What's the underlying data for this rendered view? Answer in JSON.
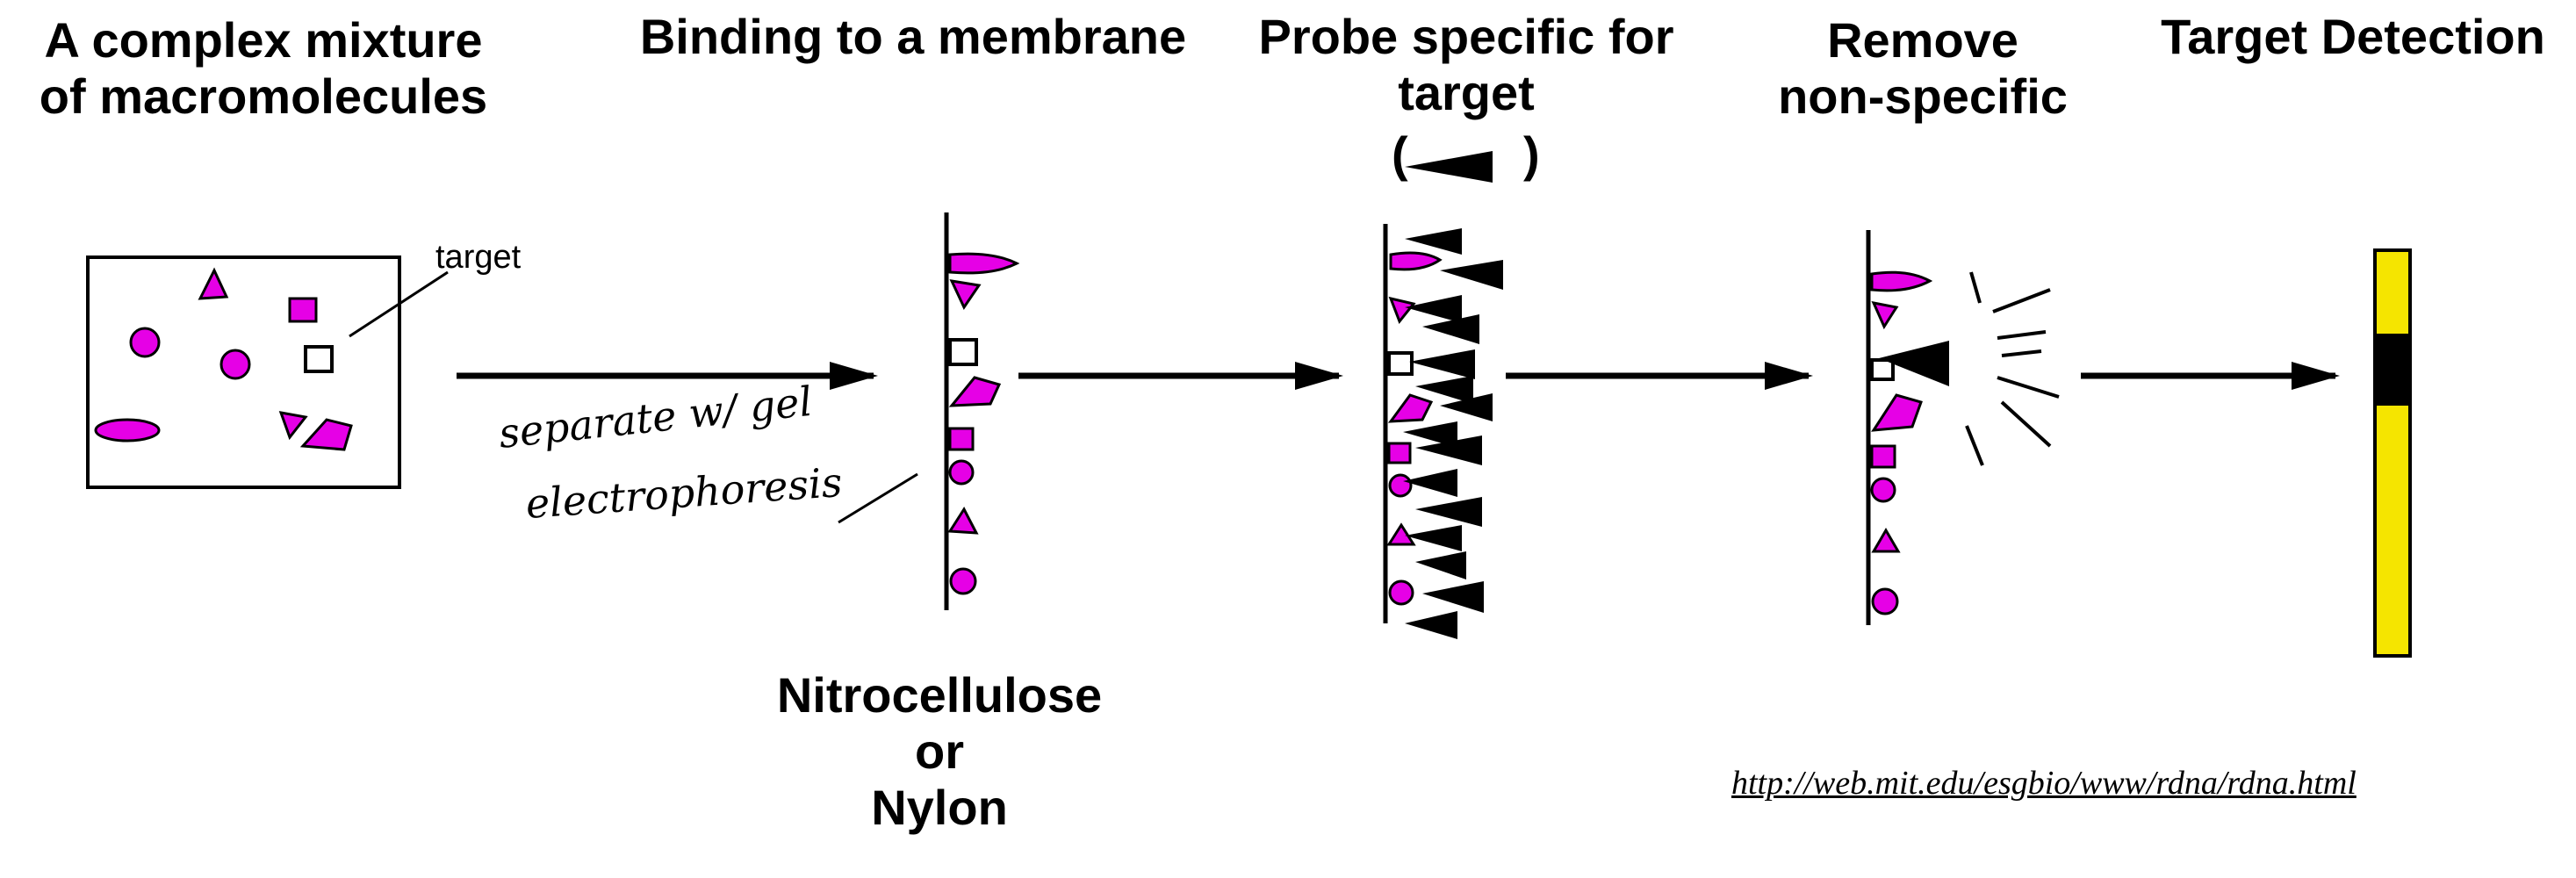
{
  "steps": [
    {
      "lines": [
        "A complex mixture",
        "of macromolecules"
      ]
    },
    {
      "lines": [
        "Binding to a membrane"
      ]
    },
    {
      "lines": [
        "Probe specific for",
        "target"
      ]
    },
    {
      "lines": [
        "Remove",
        "non-specific"
      ]
    },
    {
      "lines": [
        "Target Detection"
      ]
    }
  ],
  "probe_symbol": {
    "open": "(",
    "close": ")"
  },
  "target_label": "target",
  "separation_note": [
    "separate w/ gel",
    "electrophoresis"
  ],
  "membrane_label": [
    "Nitrocellulose",
    "or",
    "Nylon"
  ],
  "source_url": "http://web.mit.edu/esgbio/www/rdna/rdna.html",
  "colors": {
    "molecule": "#e600e6",
    "probe": "#000000",
    "detection_bar": "#f5e500",
    "outline": "#000000"
  }
}
